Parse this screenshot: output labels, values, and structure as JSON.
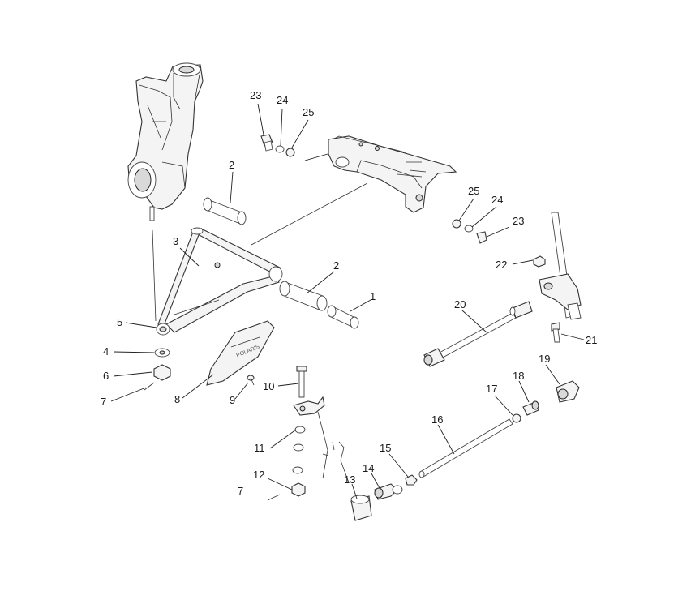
{
  "callouts": [
    "1",
    "2",
    "2",
    "3",
    "4",
    "5",
    "6",
    "7",
    "7",
    "8",
    "9",
    "10",
    "11",
    "12",
    "13",
    "14",
    "15",
    "16",
    "17",
    "18",
    "19",
    "20",
    "21",
    "22",
    "23",
    "23",
    "24",
    "24",
    "25",
    "25"
  ],
  "colors": {
    "line": "#333333",
    "text": "#1a1a1a",
    "background": "#ffffff"
  },
  "skid_plate_text": "POLARIS"
}
